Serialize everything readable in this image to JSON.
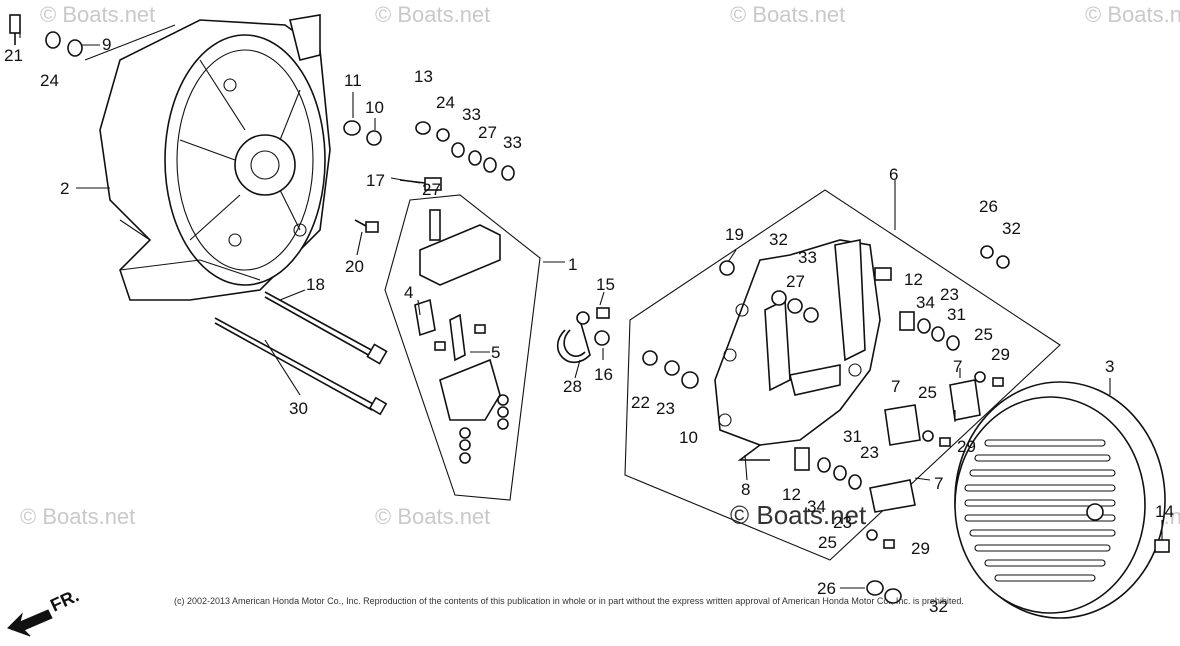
{
  "watermarks": {
    "text": "© Boats.net",
    "center_text": "© Boats.net"
  },
  "copyright": "(c) 2002-2013 American Honda Motor Co., Inc. Reproduction of the contents of this publication in whole or in part without the express written approval of American Honda Motor Co., Inc. is prohibited.",
  "direction_label": "FR.",
  "callouts": {
    "c21": "21",
    "c24a": "24",
    "c9": "9",
    "c2": "2",
    "c11": "11",
    "c10a": "10",
    "c20": "20",
    "c17": "17",
    "c13": "13",
    "c24b": "24",
    "c33a": "33",
    "c27a": "27",
    "c33b": "33",
    "c27b": "27",
    "c1": "1",
    "c4": "4",
    "c5": "5",
    "c15": "15",
    "c16": "16",
    "c28": "28",
    "c18": "18",
    "c30": "30",
    "c6": "6",
    "c19": "19",
    "c32a": "32",
    "c33c": "33",
    "c27c": "27",
    "c12a": "12",
    "c34a": "34",
    "c23a": "23",
    "c31a": "31",
    "c25a": "25",
    "c29a": "29",
    "c7a": "7",
    "c7b": "7",
    "c25b": "25",
    "c29b": "29",
    "c31b": "31",
    "c23b": "23",
    "c26a": "26",
    "c32b": "32",
    "c22": "22",
    "c23c": "23",
    "c10b": "10",
    "c8": "8",
    "c12b": "12",
    "c34b": "34",
    "c23d": "23",
    "c25c": "25",
    "c7c": "7",
    "c29c": "29",
    "c3": "3",
    "c14": "14",
    "c26b": "26",
    "c32c": "32"
  },
  "colors": {
    "ink": "#111111",
    "watermark": "#c9c9c9",
    "background": "#ffffff"
  }
}
